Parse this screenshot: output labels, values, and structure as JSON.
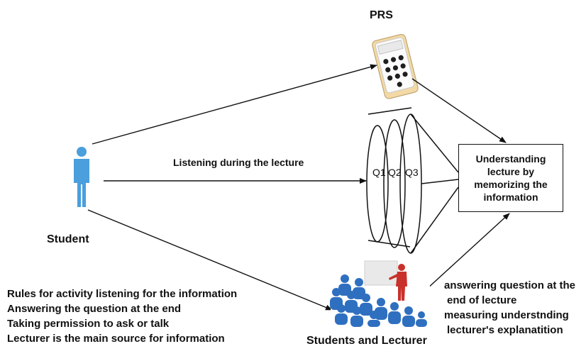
{
  "prs": {
    "title": "PRS"
  },
  "student": {
    "label": "Student"
  },
  "edges": {
    "listening_label": "Listening during the lecture"
  },
  "questions": [
    "Q1",
    "Q2",
    "Q3"
  ],
  "understanding": {
    "lines": [
      "Understanding",
      "lecture by",
      "memorizing the",
      "information"
    ]
  },
  "students_lecturer": {
    "label": "Students and Lecturer"
  },
  "rules": [
    "Rules for activity listening for the information",
    "Answering the question at the end",
    "Taking permission to ask or talk",
    "Lecturer is the main source for information"
  ],
  "answering": [
    "answering question at the",
    "end of lecture",
    "measuring understnding",
    "lecturer's explanatition"
  ],
  "colors": {
    "student_icon": "#4a9fdc",
    "audience_figures": "#2f6fc0",
    "lecturer_red": "#c8322b",
    "prs_base": "#f2d9a6",
    "prs_keys": "#1f1f1f"
  }
}
